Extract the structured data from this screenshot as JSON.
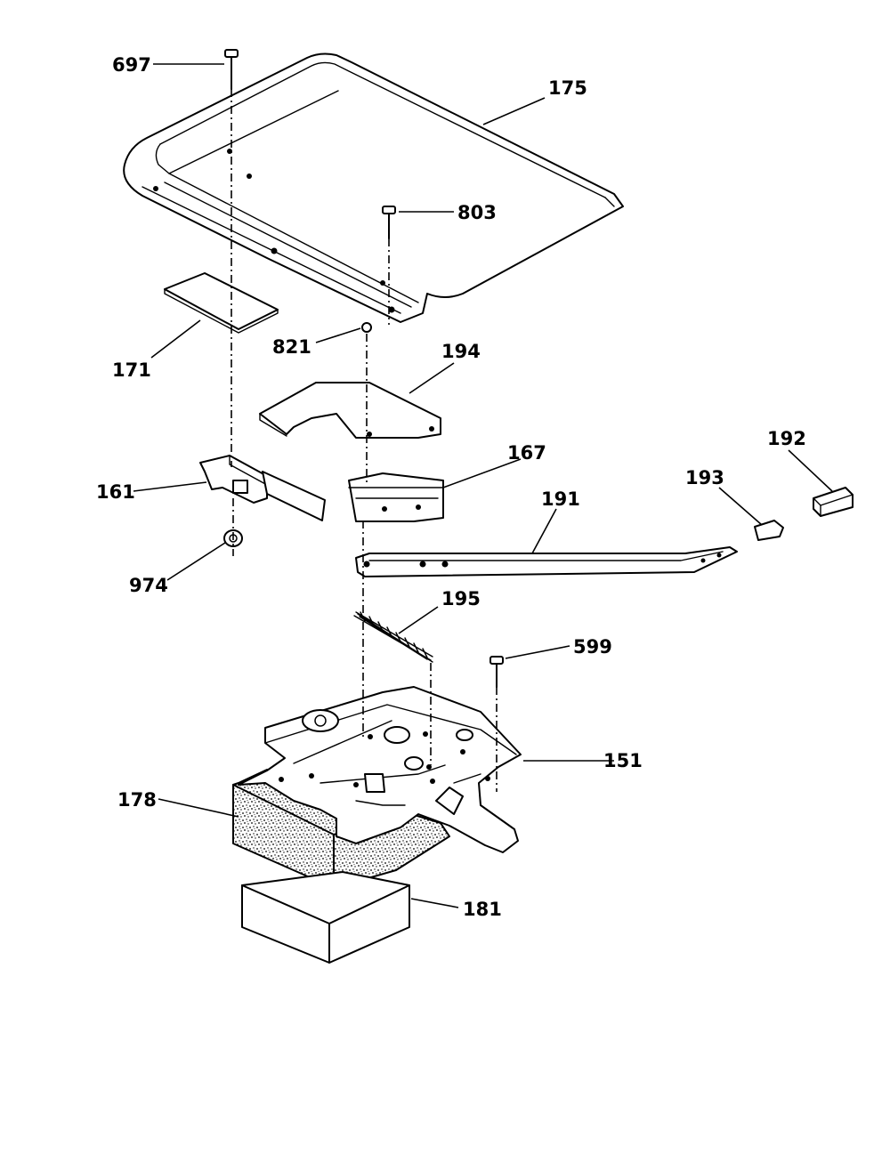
{
  "diagram": {
    "callouts": {
      "p697": "697",
      "p175": "175",
      "p803": "803",
      "p171": "171",
      "p821": "821",
      "p194": "194",
      "p167": "167",
      "p192": "192",
      "p193": "193",
      "p161": "161",
      "p191": "191",
      "p974": "974",
      "p195": "195",
      "p599": "599",
      "p151": "151",
      "p178": "178",
      "p181": "181"
    }
  }
}
